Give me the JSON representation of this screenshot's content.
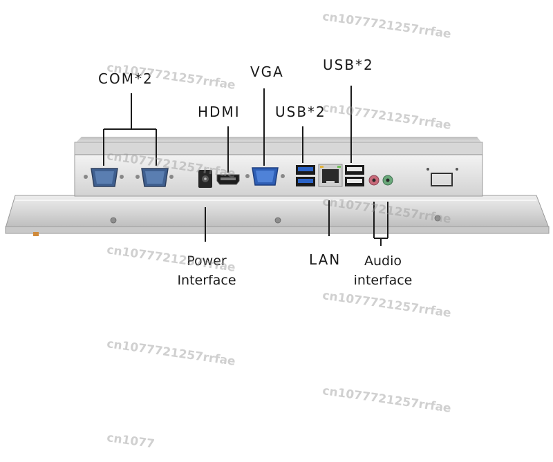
{
  "labels": {
    "com": "COM*2",
    "vga": "VGA",
    "usb_top": "USB*2",
    "hdmi": "HDMI",
    "usb_mid": "USB*2",
    "power_line1": "Power",
    "power_line2": "Interface",
    "lan": "LAN",
    "audio_line1": "Audio",
    "audio_line2": "interface"
  },
  "watermark": "cn1077721257rrfae",
  "watermark_partial": "cn1077",
  "colors": {
    "panel_body": "#dcdcdc",
    "panel_edge": "#b8b8b8",
    "vga_port": "#2f5fb5",
    "usb_port": "#2b63c6",
    "audio_pink": "#c86a7a",
    "audio_green": "#6aa87a"
  }
}
